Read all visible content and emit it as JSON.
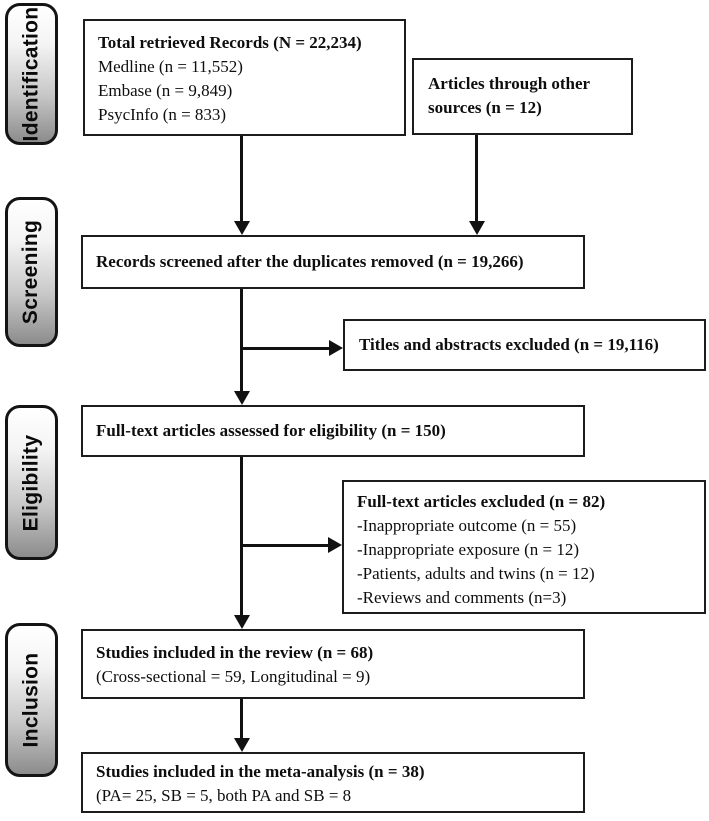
{
  "stages": [
    {
      "label": "Identification"
    },
    {
      "label": "Screening"
    },
    {
      "label": "Eligibility"
    },
    {
      "label": "Inclusion"
    }
  ],
  "boxes": {
    "total_records": {
      "title": "Total retrieved Records (N = 22,234)",
      "lines": [
        "Medline (n = 11,552)",
        "Embase (n = 9,849)",
        "PsycInfo (n = 833)"
      ]
    },
    "other_sources": {
      "title": "Articles through other sources (n = 12)"
    },
    "records_screened": {
      "title": "Records screened after the duplicates removed (n = 19,266)"
    },
    "titles_abstracts_excluded": {
      "title": "Titles and abstracts excluded (n = 19,116)"
    },
    "fulltext_assessed": {
      "title": "Full-text articles assessed for eligibility (n = 150)"
    },
    "fulltext_excluded": {
      "title": "Full-text articles excluded (n = 82)",
      "lines": [
        "-Inappropriate outcome (n = 55)",
        "-Inappropriate exposure (n = 12)",
        "-Patients, adults and twins (n = 12)",
        "-Reviews and comments (n=3)"
      ]
    },
    "included_review": {
      "title": "Studies included in the review (n = 68)",
      "lines": [
        "(Cross-sectional = 59, Longitudinal = 9)"
      ]
    },
    "included_meta": {
      "title": "Studies included in the meta-analysis (n = 38)",
      "lines": [
        "(PA= 25, SB = 5, both PA and SB = 8"
      ]
    }
  },
  "colors": {
    "line": "#111111",
    "box_border": "#1c1c1c",
    "stage_gradient_top": "#ffffff",
    "stage_gradient_bottom": "#8c8c8c",
    "text": "#0e0e0e"
  }
}
